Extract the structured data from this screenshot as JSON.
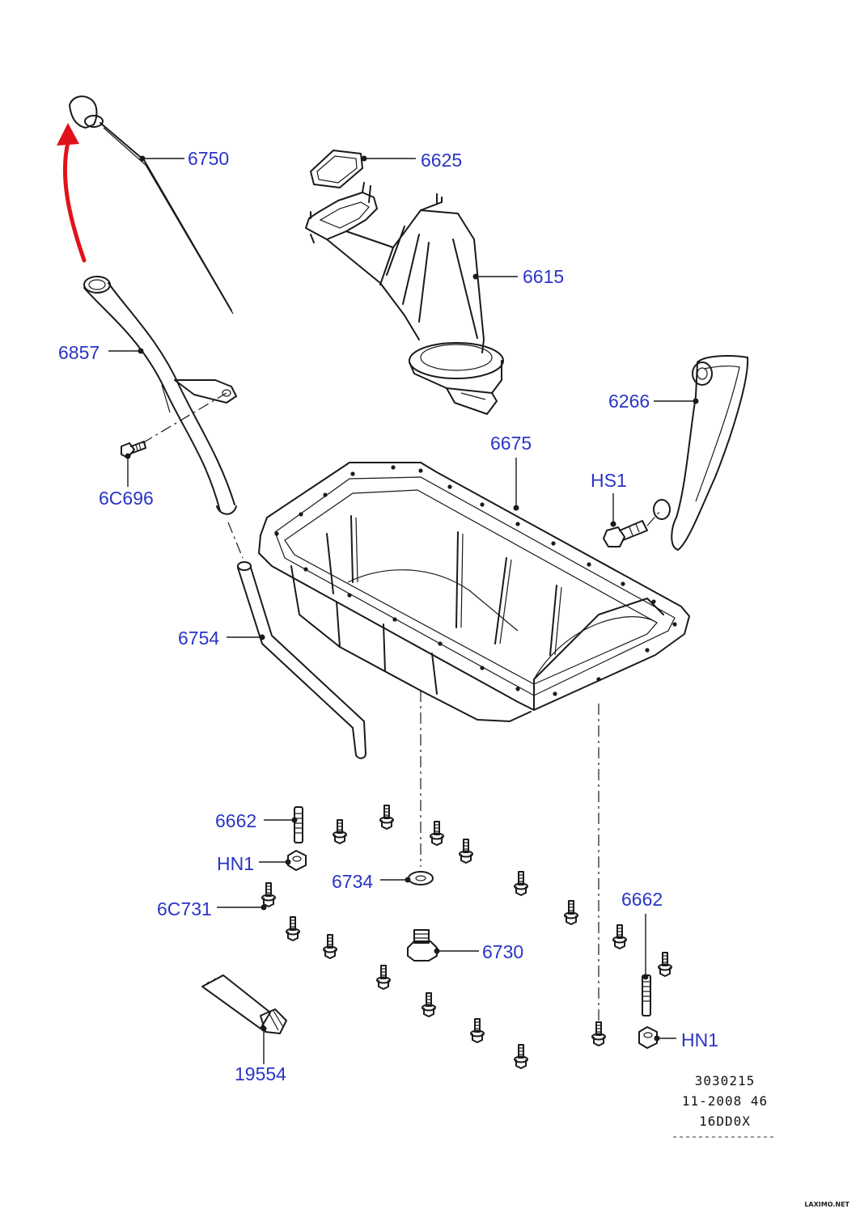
{
  "callouts": [
    {
      "id": "6750",
      "label": "6750"
    },
    {
      "id": "6625",
      "label": "6625"
    },
    {
      "id": "6615",
      "label": "6615"
    },
    {
      "id": "6857",
      "label": "6857"
    },
    {
      "id": "6266",
      "label": "6266"
    },
    {
      "id": "6675",
      "label": "6675"
    },
    {
      "id": "6C696",
      "label": "6C696"
    },
    {
      "id": "HS1",
      "label": "HS1"
    },
    {
      "id": "6754",
      "label": "6754"
    },
    {
      "id": "6662a",
      "label": "6662"
    },
    {
      "id": "HN1a",
      "label": "HN1"
    },
    {
      "id": "6734",
      "label": "6734"
    },
    {
      "id": "6662b",
      "label": "6662"
    },
    {
      "id": "6C731",
      "label": "6C731"
    },
    {
      "id": "6730",
      "label": "6730"
    },
    {
      "id": "HN1b",
      "label": "HN1"
    },
    {
      "id": "19554",
      "label": "19554"
    }
  ],
  "drawing_code": {
    "line1": "3030215",
    "line2": "11-2008 46",
    "line3": "16DD0X"
  },
  "watermark": "LAXIMO.NET",
  "colors": {
    "callout_text": "#2a35c4",
    "line_art": "#1a1a1a",
    "arrow": "#e0131a"
  }
}
